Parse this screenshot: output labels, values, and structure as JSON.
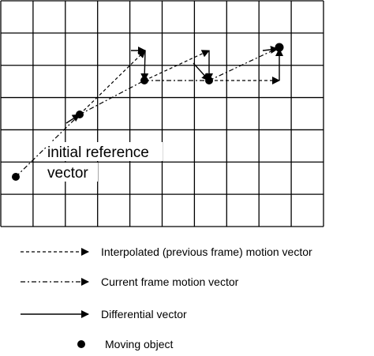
{
  "grid": {
    "columns": 10,
    "rows": 7
  },
  "annotation": {
    "line1": "initial reference",
    "line2": "vector"
  },
  "legend": {
    "items": [
      {
        "style": "dashed",
        "label": "Interpolated (previous frame) motion vector"
      },
      {
        "style": "dash-dot",
        "label": "Current frame motion vector"
      },
      {
        "style": "solid",
        "label": "Differential vector"
      },
      {
        "style": "dot",
        "label": "Moving object"
      }
    ]
  },
  "colors": {
    "line": "#000000",
    "background": "#ffffff"
  }
}
